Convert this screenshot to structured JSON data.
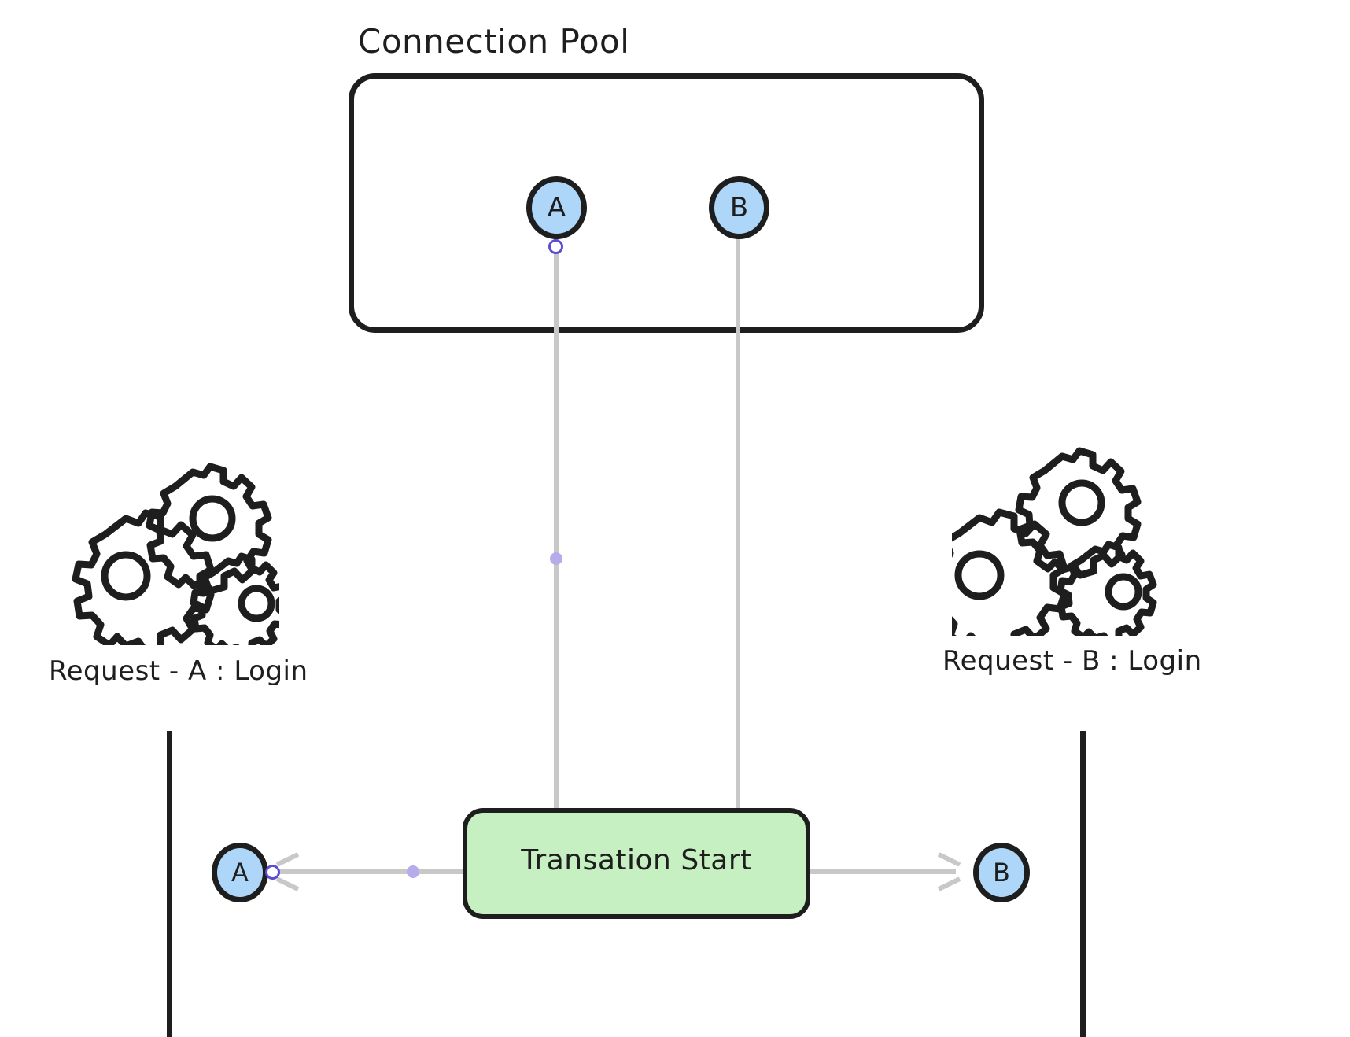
{
  "diagram": {
    "title": "Connection Pool",
    "pool": {
      "label": "Connection Pool",
      "nodes": [
        {
          "id": "a",
          "label": "A"
        },
        {
          "id": "b",
          "label": "B"
        }
      ]
    },
    "requests": [
      {
        "id": "request-a",
        "label": "Request - A : Login",
        "icon": "gears-icon"
      },
      {
        "id": "request-b",
        "label": "Request - B : Login",
        "icon": "gears-icon"
      }
    ],
    "transaction": {
      "label": "Transation Start"
    },
    "bottom_nodes": [
      {
        "id": "a",
        "label": "A"
      },
      {
        "id": "b",
        "label": "B"
      }
    ],
    "colors": {
      "node_fill": "#aed6f9",
      "node_stroke": "#1e1e1e",
      "transaction_fill": "#c6f0c2",
      "connector_line": "#c8c8c8",
      "connector_dot": "#b5acec",
      "handle_ring": "#5b4ed4",
      "lifeline": "#1e1e1e",
      "background": "#ffffff"
    }
  }
}
